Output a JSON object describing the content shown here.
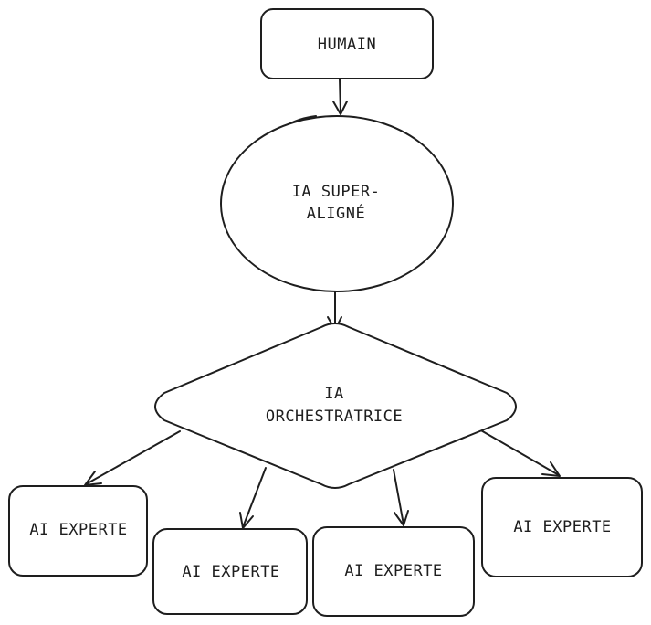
{
  "nodes": {
    "human": {
      "label": "HUMAIN"
    },
    "super_aligned": {
      "line1": "IA SUPER-",
      "line2": "ALIGNÉ"
    },
    "orchestrator": {
      "line1": "IA",
      "line2": "ORCHESTRATRICE"
    },
    "experts": [
      {
        "label": "AI EXPERTE"
      },
      {
        "label": "AI EXPERTE"
      },
      {
        "label": "AI EXPERTE"
      },
      {
        "label": "AI EXPERTE"
      }
    ]
  },
  "colors": {
    "stroke": "#1e1e1e",
    "fill": "#ffffff",
    "background": "#ffffff"
  }
}
